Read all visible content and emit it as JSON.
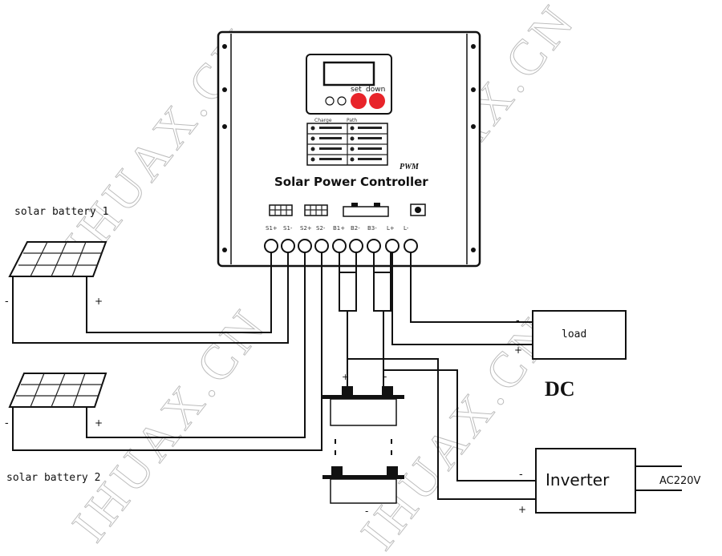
{
  "controller": {
    "title": "Solar Power Controller",
    "pwm": "PWM",
    "btn_set": "set",
    "btn_down": "down",
    "panel_header_left": "Charge",
    "panel_header_right": "Path",
    "terminals": [
      "S1+",
      "S1-",
      "S2+",
      "S2-",
      "B1+",
      "B2-",
      "B3-",
      "L+",
      "L-"
    ]
  },
  "labels": {
    "solar1": "solar battery 1",
    "solar2": "solar battery 2",
    "load": "load",
    "dc": "DC",
    "inverter": "Inverter",
    "ac": "AC220V",
    "watermark": "IHUAX.CN"
  },
  "polarity": {
    "plus": "+",
    "minus": "-"
  },
  "colors": {
    "button": "#e8242a",
    "watermark": "#bdbdbd",
    "lines": "#111111"
  }
}
